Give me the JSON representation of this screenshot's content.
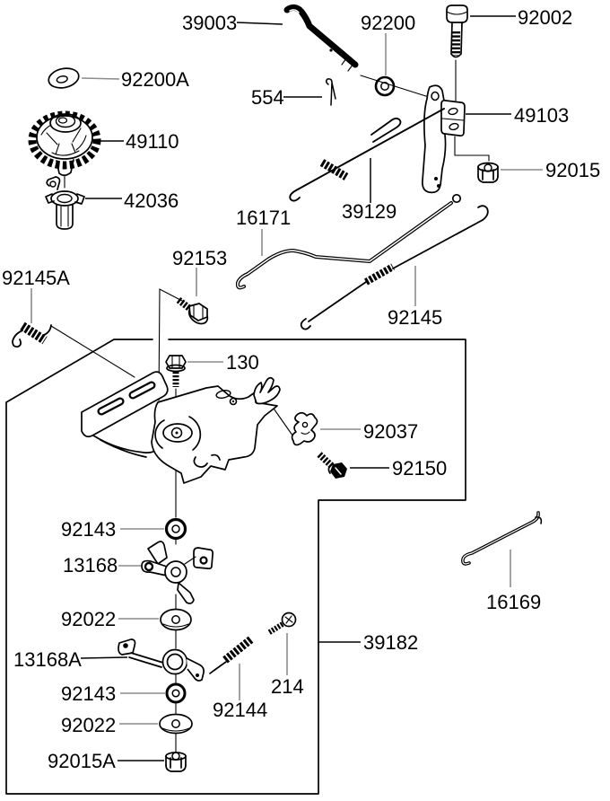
{
  "palette": {
    "background": "#ffffff",
    "line_color": "#000000",
    "leader_gray": "#8c8c8c",
    "text_color": "#000000"
  },
  "labels": {
    "p39003": "39003",
    "p92200a": "92200A",
    "p49110": "49110",
    "p42036": "42036",
    "p554": "554",
    "p92200": "92200",
    "p92002": "92002",
    "p49103": "49103",
    "p92015": "92015",
    "p39129": "39129",
    "p16171": "16171",
    "p92153": "92153",
    "p92145a": "92145A",
    "p92145": "92145",
    "p130": "130",
    "p92037": "92037",
    "p92150": "92150",
    "p92143_1": "92143",
    "p13168": "13168",
    "p92022_1": "92022",
    "p13168a": "13168A",
    "p92143_2": "92143",
    "p92022_2": "92022",
    "p92015a": "92015A",
    "p92144": "92144",
    "p214": "214",
    "p39182": "39182",
    "p16169": "16169"
  }
}
